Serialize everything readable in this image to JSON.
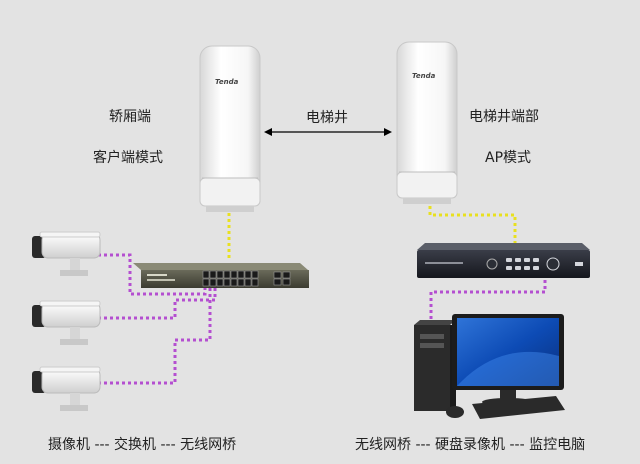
{
  "labels": {
    "left_title": "轿厢端",
    "left_mode": "客户端模式",
    "center_link": "电梯井",
    "right_title": "电梯井端部",
    "right_mode": "AP模式",
    "bottom_left": "摄像机 --- 交换机 --- 无线网桥",
    "bottom_right": "无线网桥 --- 硬盘录像机 --- 监控电脑"
  },
  "brand_logo": "Tenda",
  "colors": {
    "background": "#e3e3e3",
    "power_line": "#e8e020",
    "network_line": "#b44fd0",
    "link_arrow": "#000000"
  }
}
